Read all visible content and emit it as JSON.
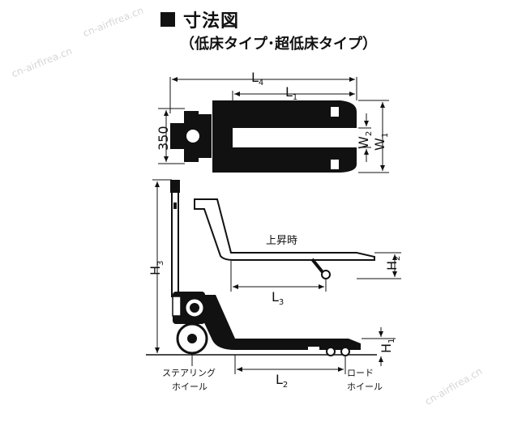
{
  "header": {
    "title": "寸法図",
    "subtitle": "（低床タイプ･超低床タイプ）"
  },
  "watermarks": [
    "cn-airfirea.cn",
    "cn-airfirea.cn",
    "cn-airfirea.cn"
  ],
  "dimensions": {
    "L4": {
      "main": "L",
      "sub": "4"
    },
    "L1": {
      "main": "L",
      "sub": "1"
    },
    "W1": {
      "main": "W",
      "sub": "1"
    },
    "W2": {
      "main": "W",
      "sub": "2"
    },
    "width_350": "350",
    "H3": {
      "main": "H",
      "sub": "3"
    },
    "H2": {
      "main": "H",
      "sub": "2"
    },
    "H1": {
      "main": "H",
      "sub": "1"
    },
    "L3": {
      "main": "L",
      "sub": "3"
    },
    "L2": {
      "main": "L",
      "sub": "2"
    }
  },
  "labels": {
    "raised": "上昇時",
    "steering_wheel_line1": "ステアリング",
    "steering_wheel_line2": "ホイール",
    "load_wheel_line1": "ロード",
    "load_wheel_line2": "ホイール"
  }
}
